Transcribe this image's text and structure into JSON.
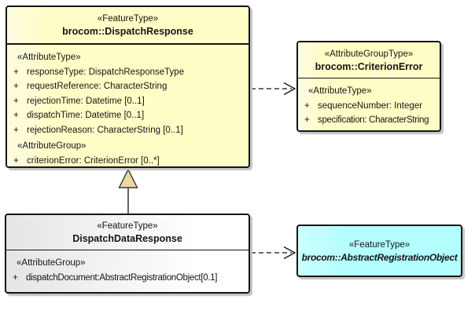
{
  "diagram": {
    "type": "uml-class-diagram",
    "colors": {
      "class_fill_yellow": "#fffec6",
      "class_fill_gray": "#ededed",
      "class_fill_cyan": "#b4feff",
      "border": "#161616",
      "generalization_triangle_fill": "#edd9a3",
      "shadow": "#c4c4c4"
    },
    "boxes": {
      "dispatchResponse": {
        "stereotype": "«FeatureType»",
        "name": "brocom::DispatchResponse",
        "body": [
          {
            "label": "«AttributeType»"
          },
          {
            "vis": "+",
            "text": "responseType: DispatchResponseType"
          },
          {
            "vis": "+",
            "text": "requestReference: CharacterString"
          },
          {
            "vis": "+",
            "text": "rejectionTime: Datetime [0..1]"
          },
          {
            "vis": "+",
            "text": "dispatchTime: Datetime [0..1]"
          },
          {
            "vis": "+",
            "text": "rejectionReason: CharacterString [0..1]"
          },
          {
            "label": "«AttributeGroup»"
          },
          {
            "vis": "+",
            "text": "criterionError: CriterionError [0..*]"
          }
        ]
      },
      "criterionError": {
        "stereotype": "«AttributeGroupType»",
        "name": "brocom::CriterionError",
        "body": [
          {
            "label": "«AttributeType»"
          },
          {
            "vis": "+",
            "text": "sequenceNumber: Integer"
          },
          {
            "vis": "+",
            "text": "specification: CharacterString"
          }
        ]
      },
      "dispatchDataResponse": {
        "stereotype": "«FeatureType»",
        "name": "DispatchDataResponse",
        "body": [
          {
            "label": "«AttributeGroup»"
          },
          {
            "vis": "+",
            "text": "dispatchDocument:AbstractRegistrationObject[0.1]"
          }
        ]
      },
      "abstractRegistrationObject": {
        "stereotype": "«FeatureType»",
        "name": "brocom::AbstractRegistrationObject"
      }
    },
    "relations": [
      {
        "kind": "dependency",
        "from": "brocom::DispatchResponse",
        "to": "brocom::CriterionError",
        "style": "dashed-open-arrow"
      },
      {
        "kind": "generalization",
        "from": "DispatchDataResponse",
        "to": "brocom::DispatchResponse",
        "style": "solid-hollow-triangle"
      },
      {
        "kind": "dependency",
        "from": "DispatchDataResponse",
        "to": "brocom::AbstractRegistrationObject",
        "style": "dashed-open-arrow"
      }
    ]
  }
}
